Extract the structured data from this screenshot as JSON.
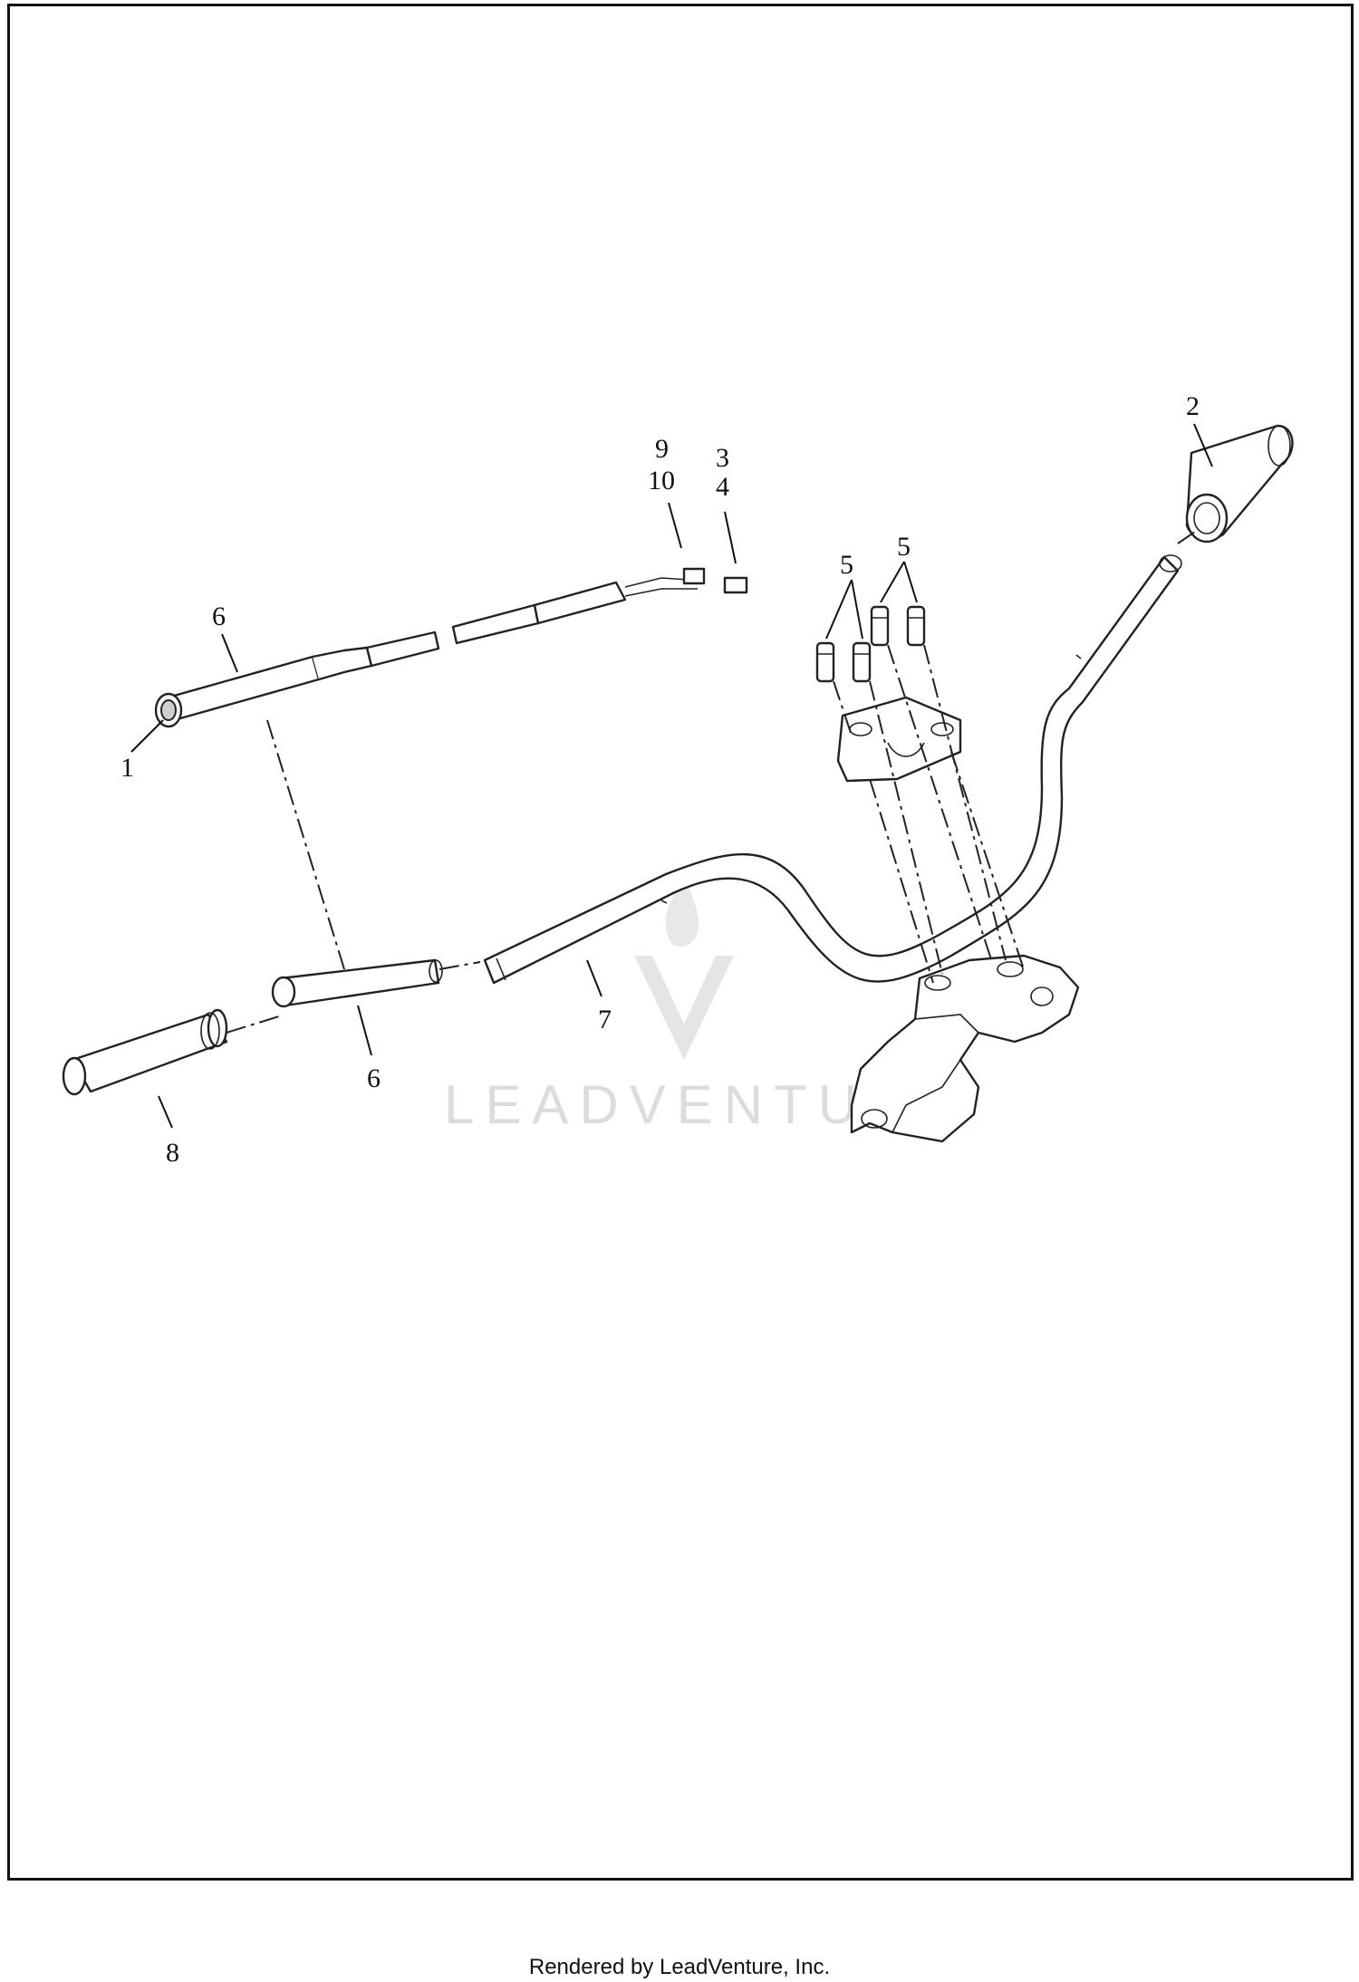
{
  "callouts": [
    {
      "id": "c1",
      "text": "1"
    },
    {
      "id": "c2",
      "text": "2"
    },
    {
      "id": "c3",
      "text": "3"
    },
    {
      "id": "c4",
      "text": "4"
    },
    {
      "id": "c5a",
      "text": "5"
    },
    {
      "id": "c5b",
      "text": "5"
    },
    {
      "id": "c6a",
      "text": "6"
    },
    {
      "id": "c6b",
      "text": "6"
    },
    {
      "id": "c7",
      "text": "7"
    },
    {
      "id": "c8",
      "text": "8"
    },
    {
      "id": "c9",
      "text": "9"
    },
    {
      "id": "c10",
      "text": "10"
    }
  ],
  "watermark": "LEADVENTURE",
  "footer": "Rendered by LeadVenture, Inc."
}
